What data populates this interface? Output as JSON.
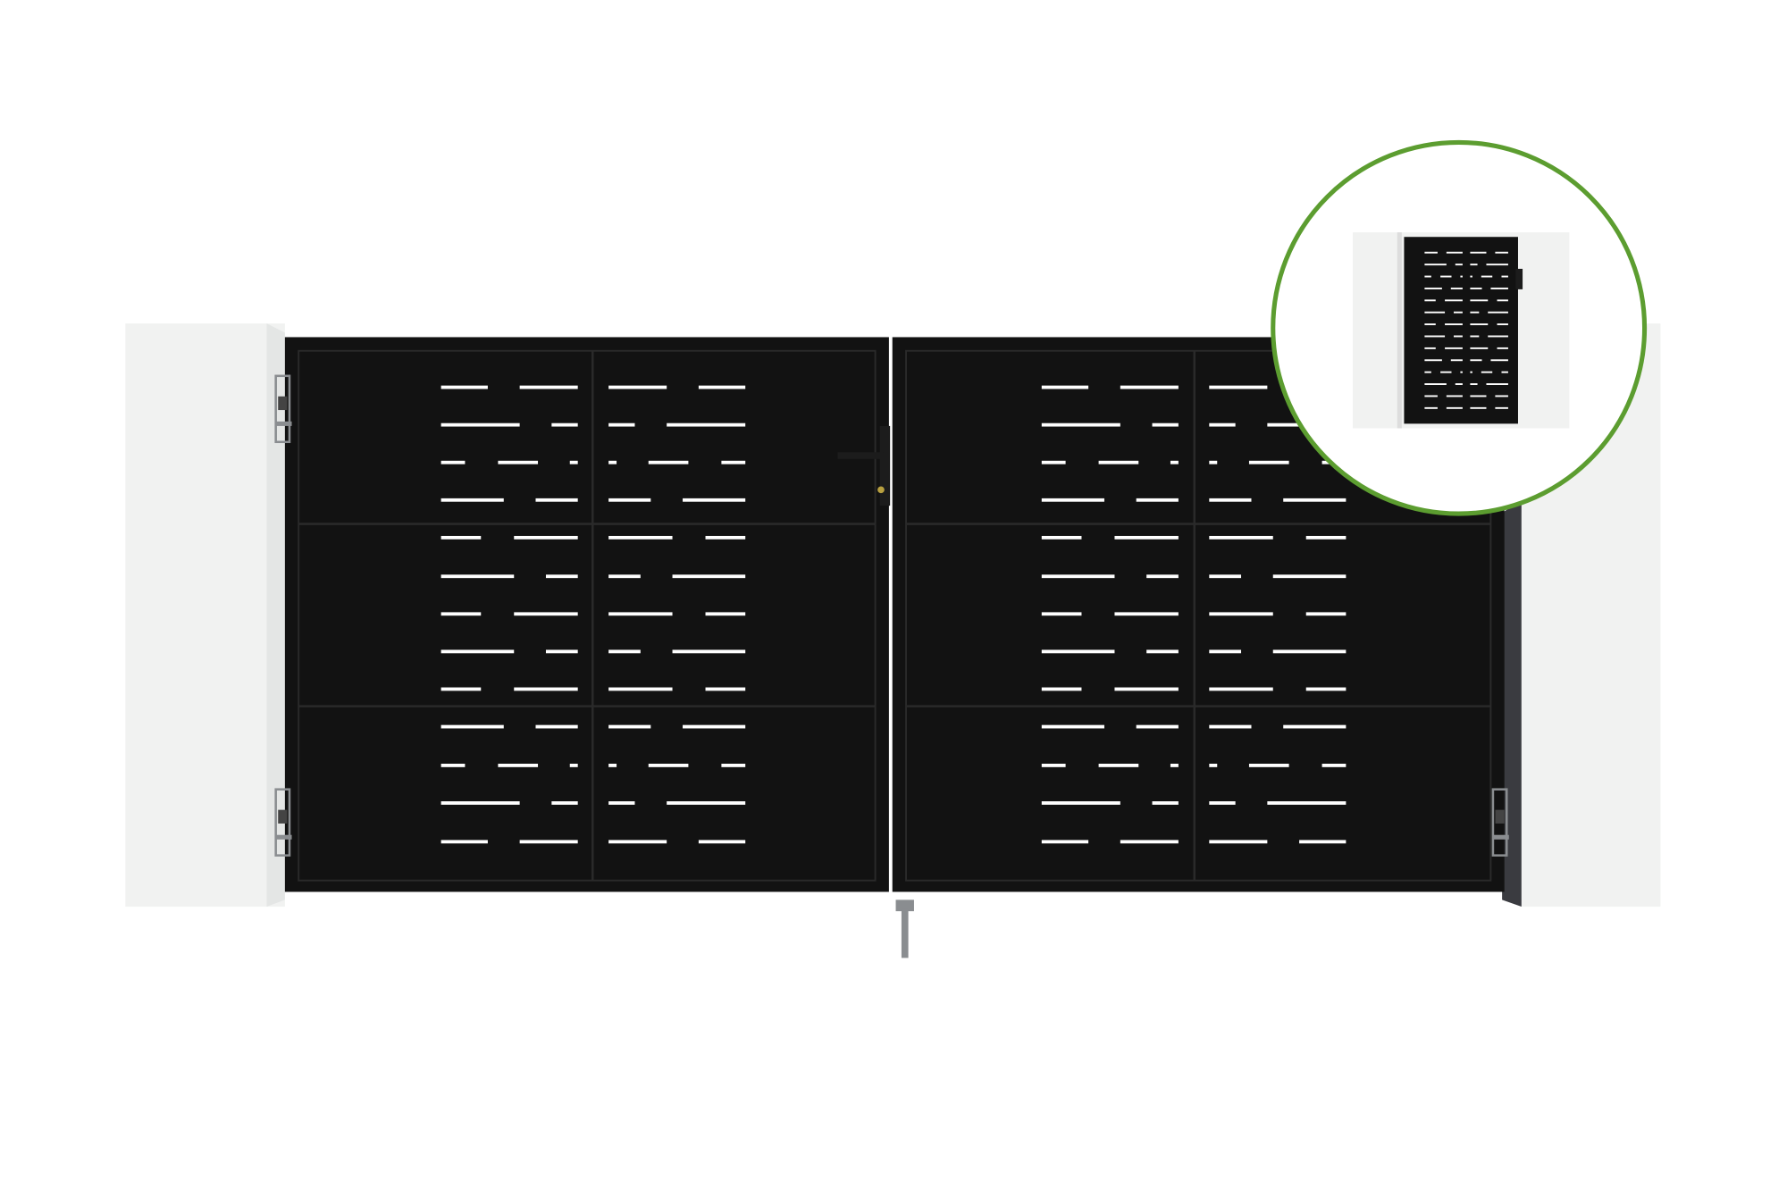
{
  "product": {
    "type": "double swing gate",
    "leaves": 2,
    "panel_rows_per_leaf": 3,
    "panel_columns_per_leaf": 2,
    "slot_rows": 13
  },
  "colors": {
    "background": "#ffffff",
    "pillar": "#f1f2f1",
    "gate": "#121212",
    "gate_frame_line": "#2a2a2a",
    "slot": "#ffffff",
    "hardware": "#8a8d90",
    "inset_ring": "#5c9d30",
    "post_dark": "#3a3b40"
  },
  "inset": {
    "type": "single gate preview",
    "shape": "circle"
  }
}
